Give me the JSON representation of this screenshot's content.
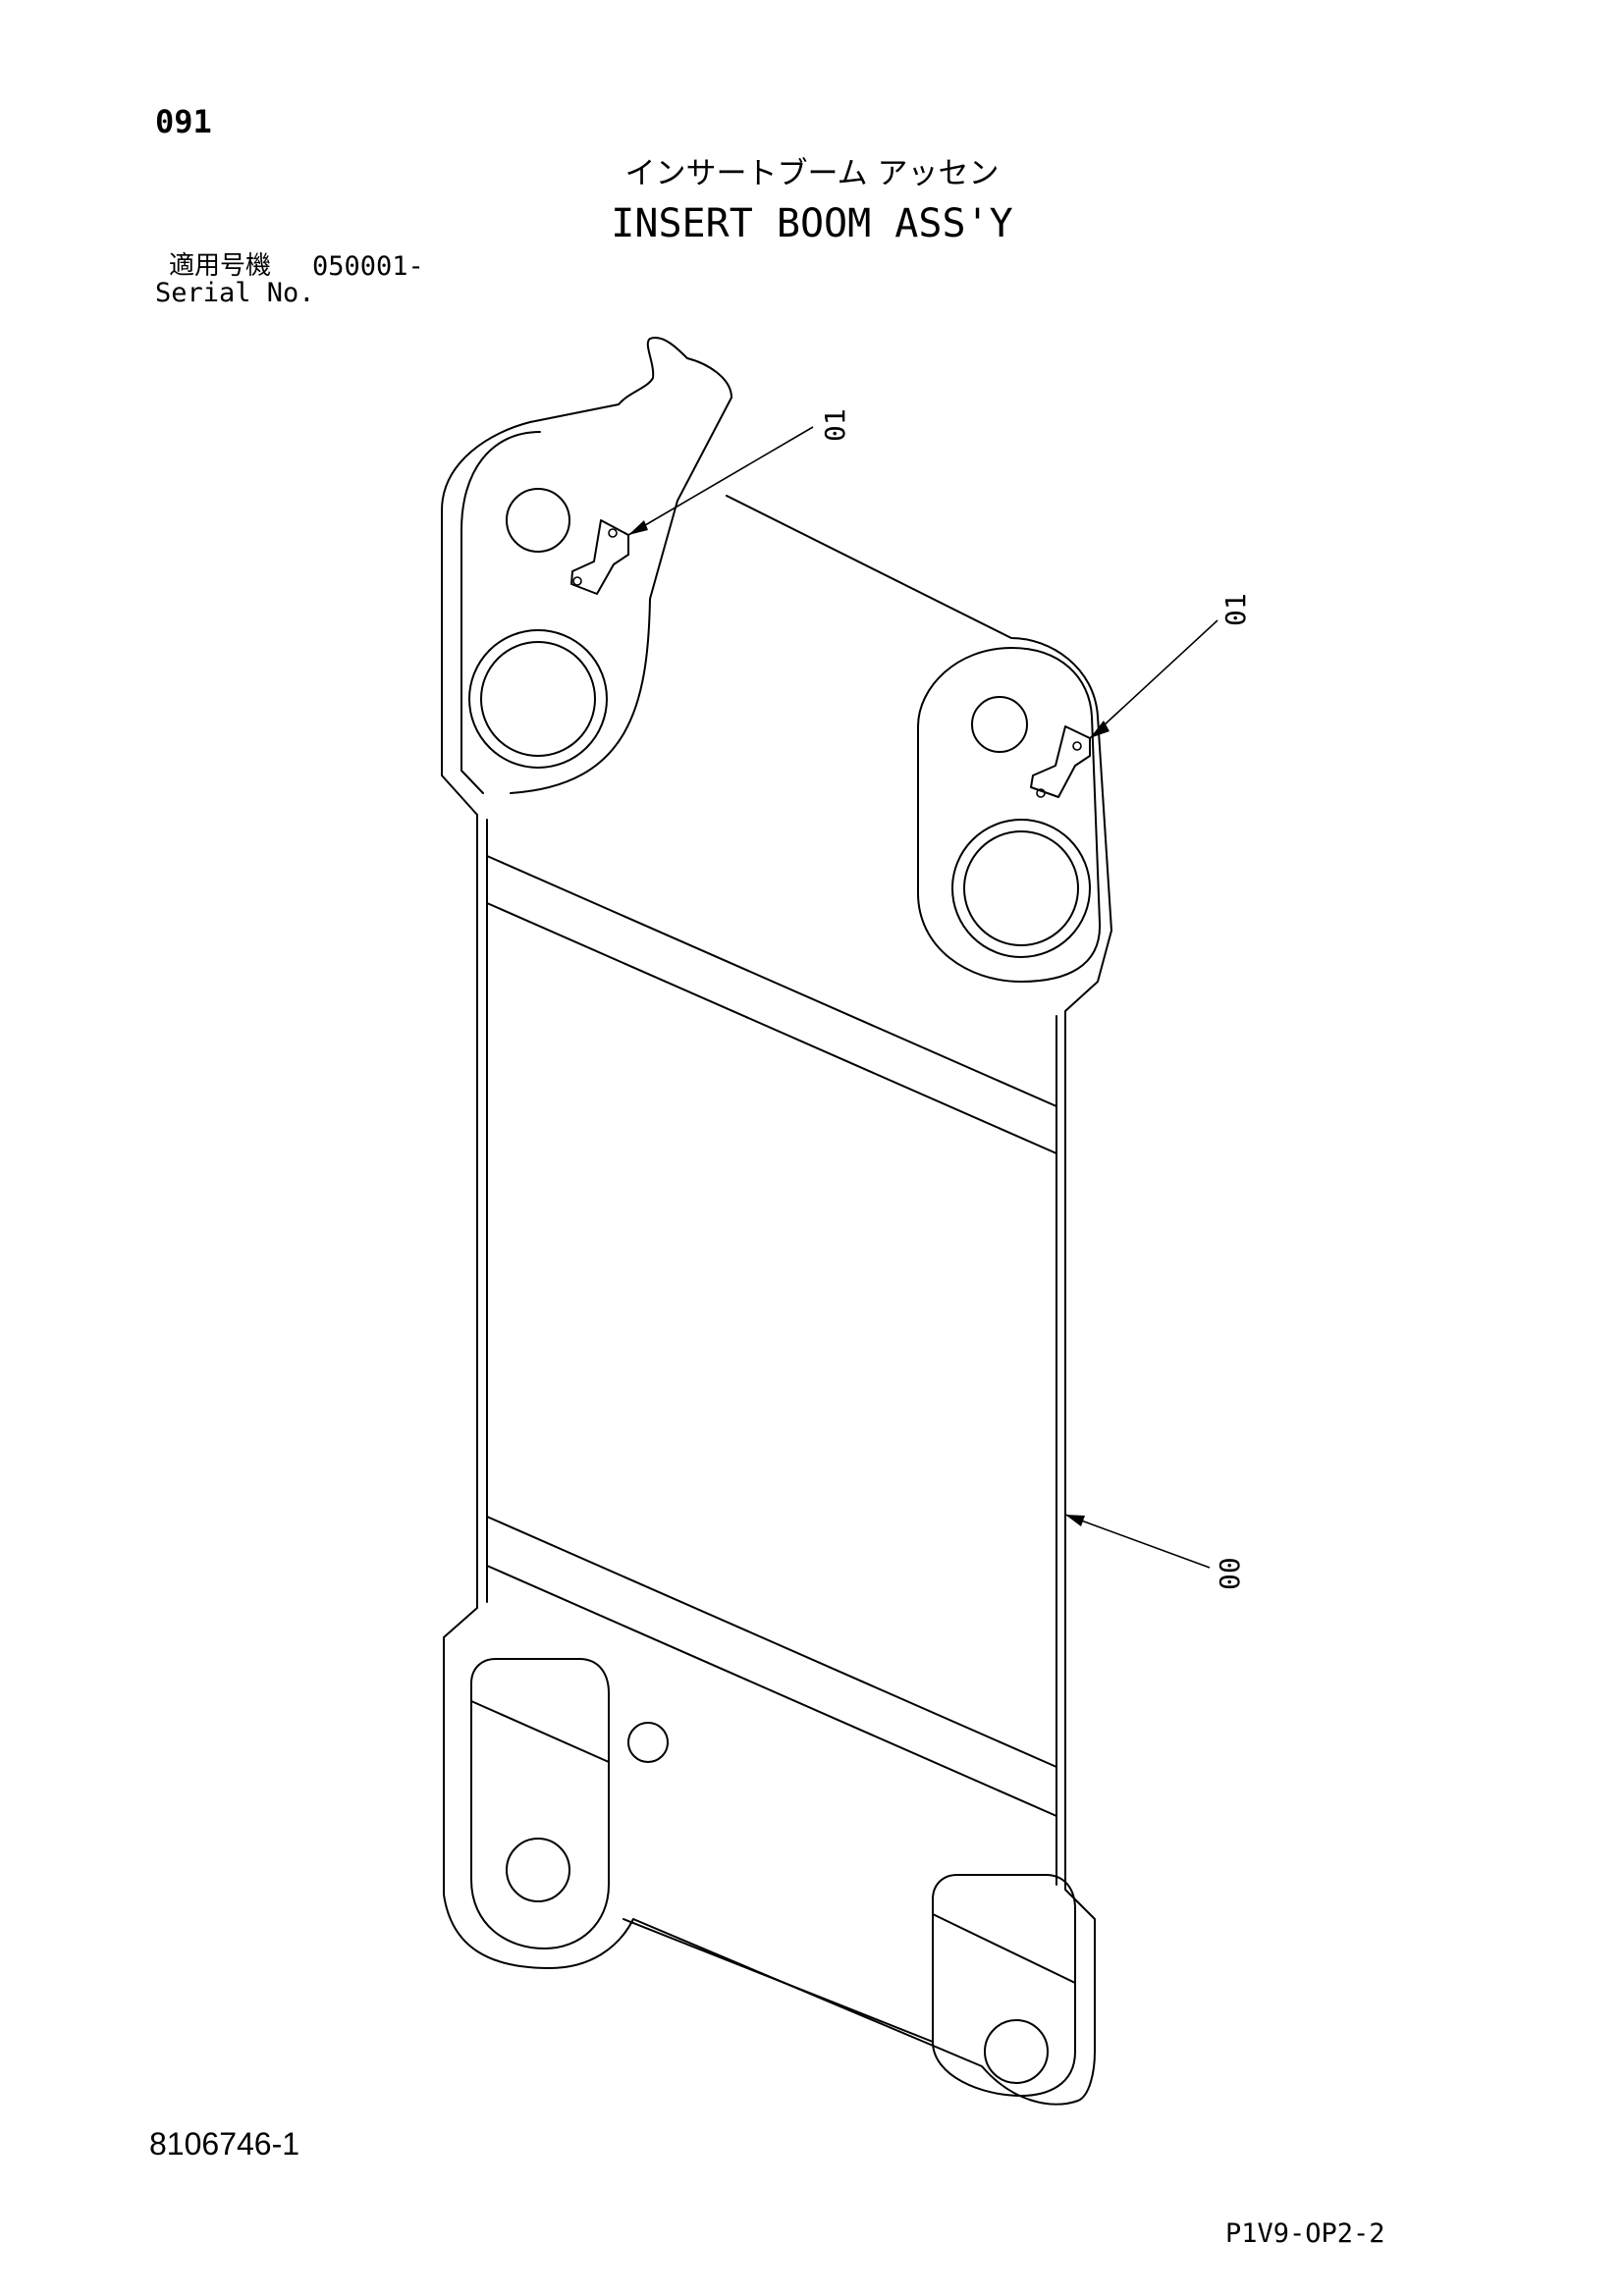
{
  "header": {
    "page_number": "091",
    "title_jp": "インサートブーム アッセン",
    "title_en": "INSERT BOOM ASS'Y",
    "serial_label_jp": "適用号機",
    "serial_value": "050001-",
    "serial_label_en": "Serial No."
  },
  "callouts": [
    {
      "label": "01"
    },
    {
      "label": "01"
    },
    {
      "label": "00"
    }
  ],
  "footer": {
    "drawing_number": "8106746-1",
    "page_code": "P1V9-OP2-2"
  }
}
